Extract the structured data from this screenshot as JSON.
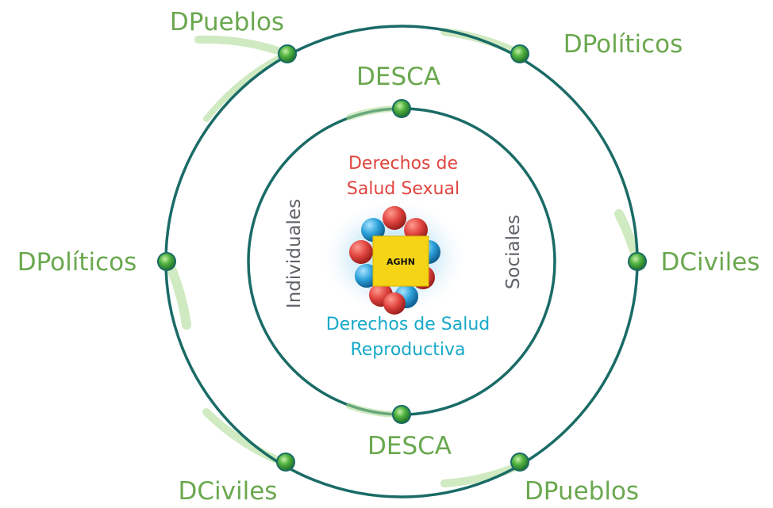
{
  "outer_ring": {
    "labels": {
      "top_left": "DPueblos",
      "top_right": "DPolíticos",
      "left": "DPolíticos",
      "right": "DCiviles",
      "bottom_left": "DCiviles",
      "bottom_right": "DPueblos"
    }
  },
  "inner_ring": {
    "top": "DESCA",
    "bottom": "DESCA",
    "left_vertical": "Individuales",
    "right_vertical": "Sociales"
  },
  "center": {
    "sexual_line1": "Derechos de",
    "sexual_line2": "Salud Sexual",
    "repro_line1": "Derechos de Salud",
    "repro_line2": "Reproductiva",
    "badge": "AGHN"
  },
  "colors": {
    "ring": "#1a6b66",
    "label_green": "#6aa84f",
    "node_green": "#3f9a3a",
    "sexual_red": "#e0453f",
    "repro_blue": "#17a9c9",
    "badge_yellow": "#f5d415"
  }
}
